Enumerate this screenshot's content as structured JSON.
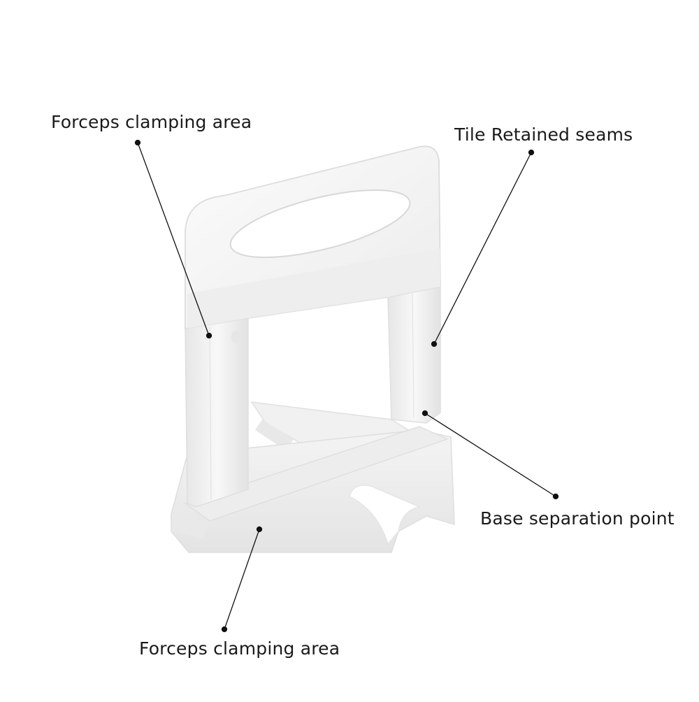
{
  "callouts": {
    "top_left": "Forceps clamping area",
    "top_right": "Tile Retained seams",
    "mid_right": "Base separation point",
    "bottom": "Forceps clamping area"
  },
  "colors": {
    "background": "#ffffff",
    "plastic_light": "#f6f6f6",
    "plastic_mid": "#eaeaea",
    "plastic_shadow": "#dcdcdc",
    "leader_line": "#111111"
  }
}
